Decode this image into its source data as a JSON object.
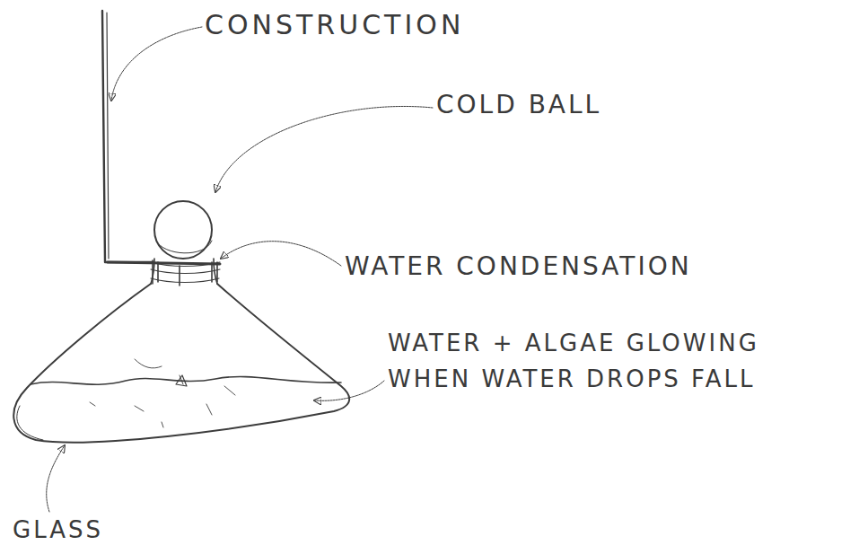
{
  "diagram": {
    "labels": [
      "CONSTRUCTION",
      "COLD BALL",
      "WATER CONDENSATION",
      "WATER + ALGAE GLOWING WHEN WATER DROPS FALL",
      "GLASS"
    ]
  }
}
